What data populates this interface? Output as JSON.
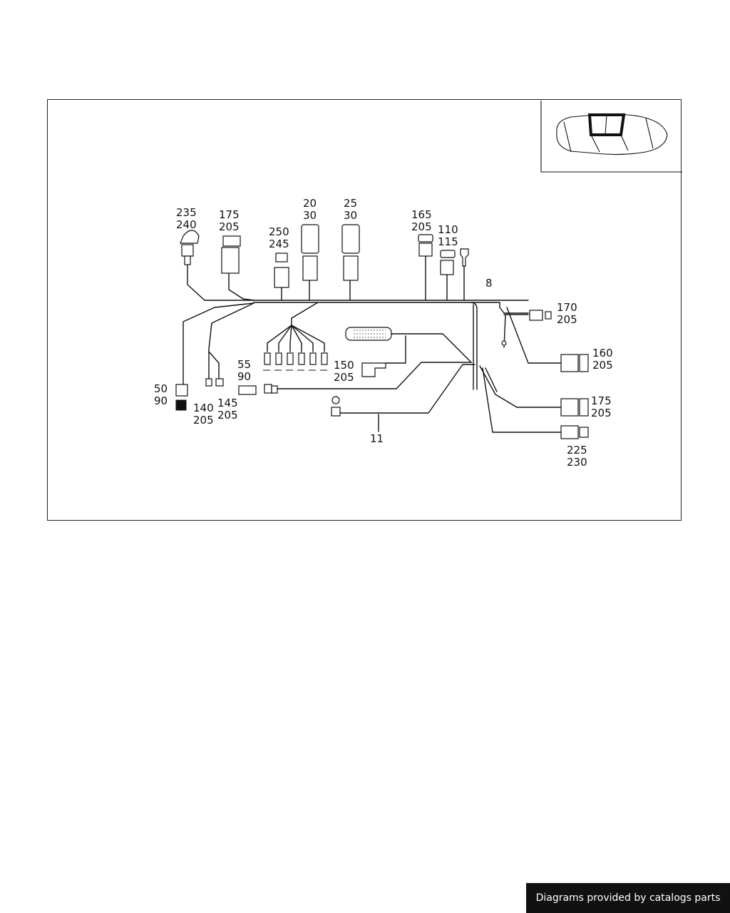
{
  "callouts": {
    "c235": "235",
    "c240": "240",
    "c175a": "175",
    "c205a": "205",
    "c250": "250",
    "c245": "245",
    "c20": "20",
    "c30a": "30",
    "c25": "25",
    "c30b": "30",
    "c165": "165",
    "c205b": "205",
    "c110": "110",
    "c115": "115",
    "c8": "8",
    "c170": "170",
    "c205c": "205",
    "c160": "160",
    "c205d": "205",
    "c175b": "175",
    "c205e": "205",
    "c225": "225",
    "c230": "230",
    "c150": "150",
    "c205f": "205",
    "c55": "55",
    "c90a": "90",
    "c50": "50",
    "c90b": "90",
    "c140": "140",
    "c205g": "205",
    "c145": "145",
    "c205h": "205",
    "c11": "11"
  },
  "footer": {
    "credit": "Diagrams provided by catalogs parts"
  }
}
